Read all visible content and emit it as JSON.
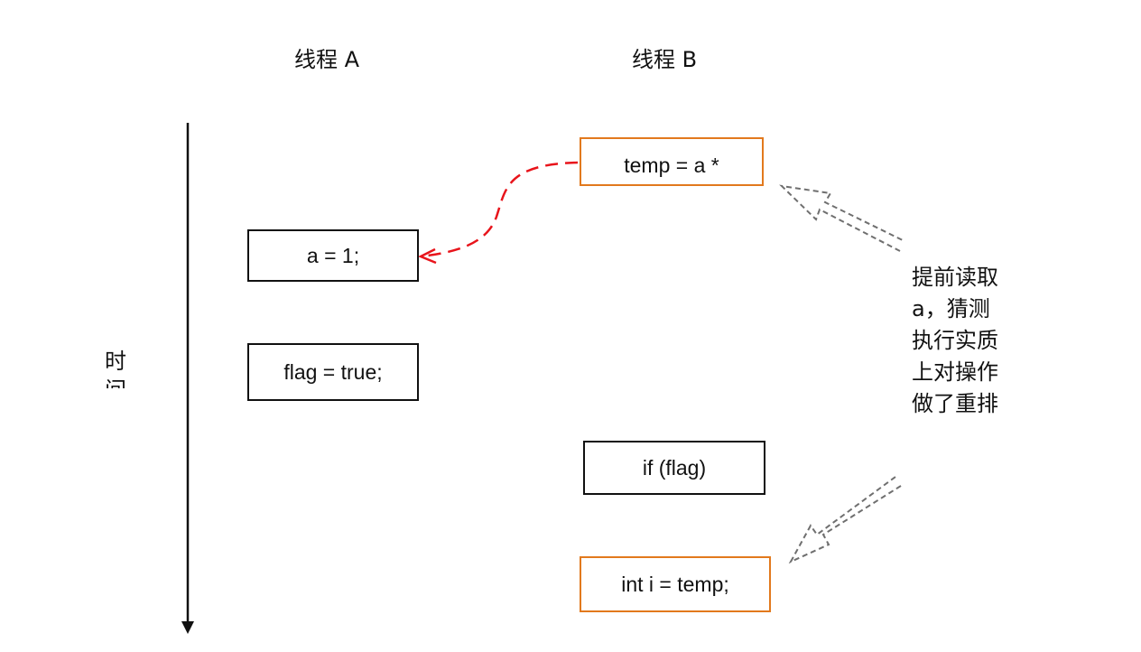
{
  "threads": {
    "a_label": "线程 A",
    "b_label": "线程 B"
  },
  "timeline": {
    "label": "时间"
  },
  "thread_a_steps": {
    "write_a": "a = 1;",
    "write_flag": "flag = true;"
  },
  "thread_b_steps": {
    "read_a": "temp = a *",
    "check_flag": "if (flag)",
    "assign": "int i = temp;"
  },
  "note": {
    "text": "提前读取 a，猜测执行实质上对操作做了重排"
  },
  "colors": {
    "orange_border": "#e2791d",
    "red_arrow": "#e8141b",
    "gray_arrow": "#6f6f6f"
  },
  "icons": {
    "time_arrow": "arrow-down",
    "read_arrow": "dashed-red-curved-arrow",
    "note_arrows": "dashed-gray-hollow-arrows"
  }
}
